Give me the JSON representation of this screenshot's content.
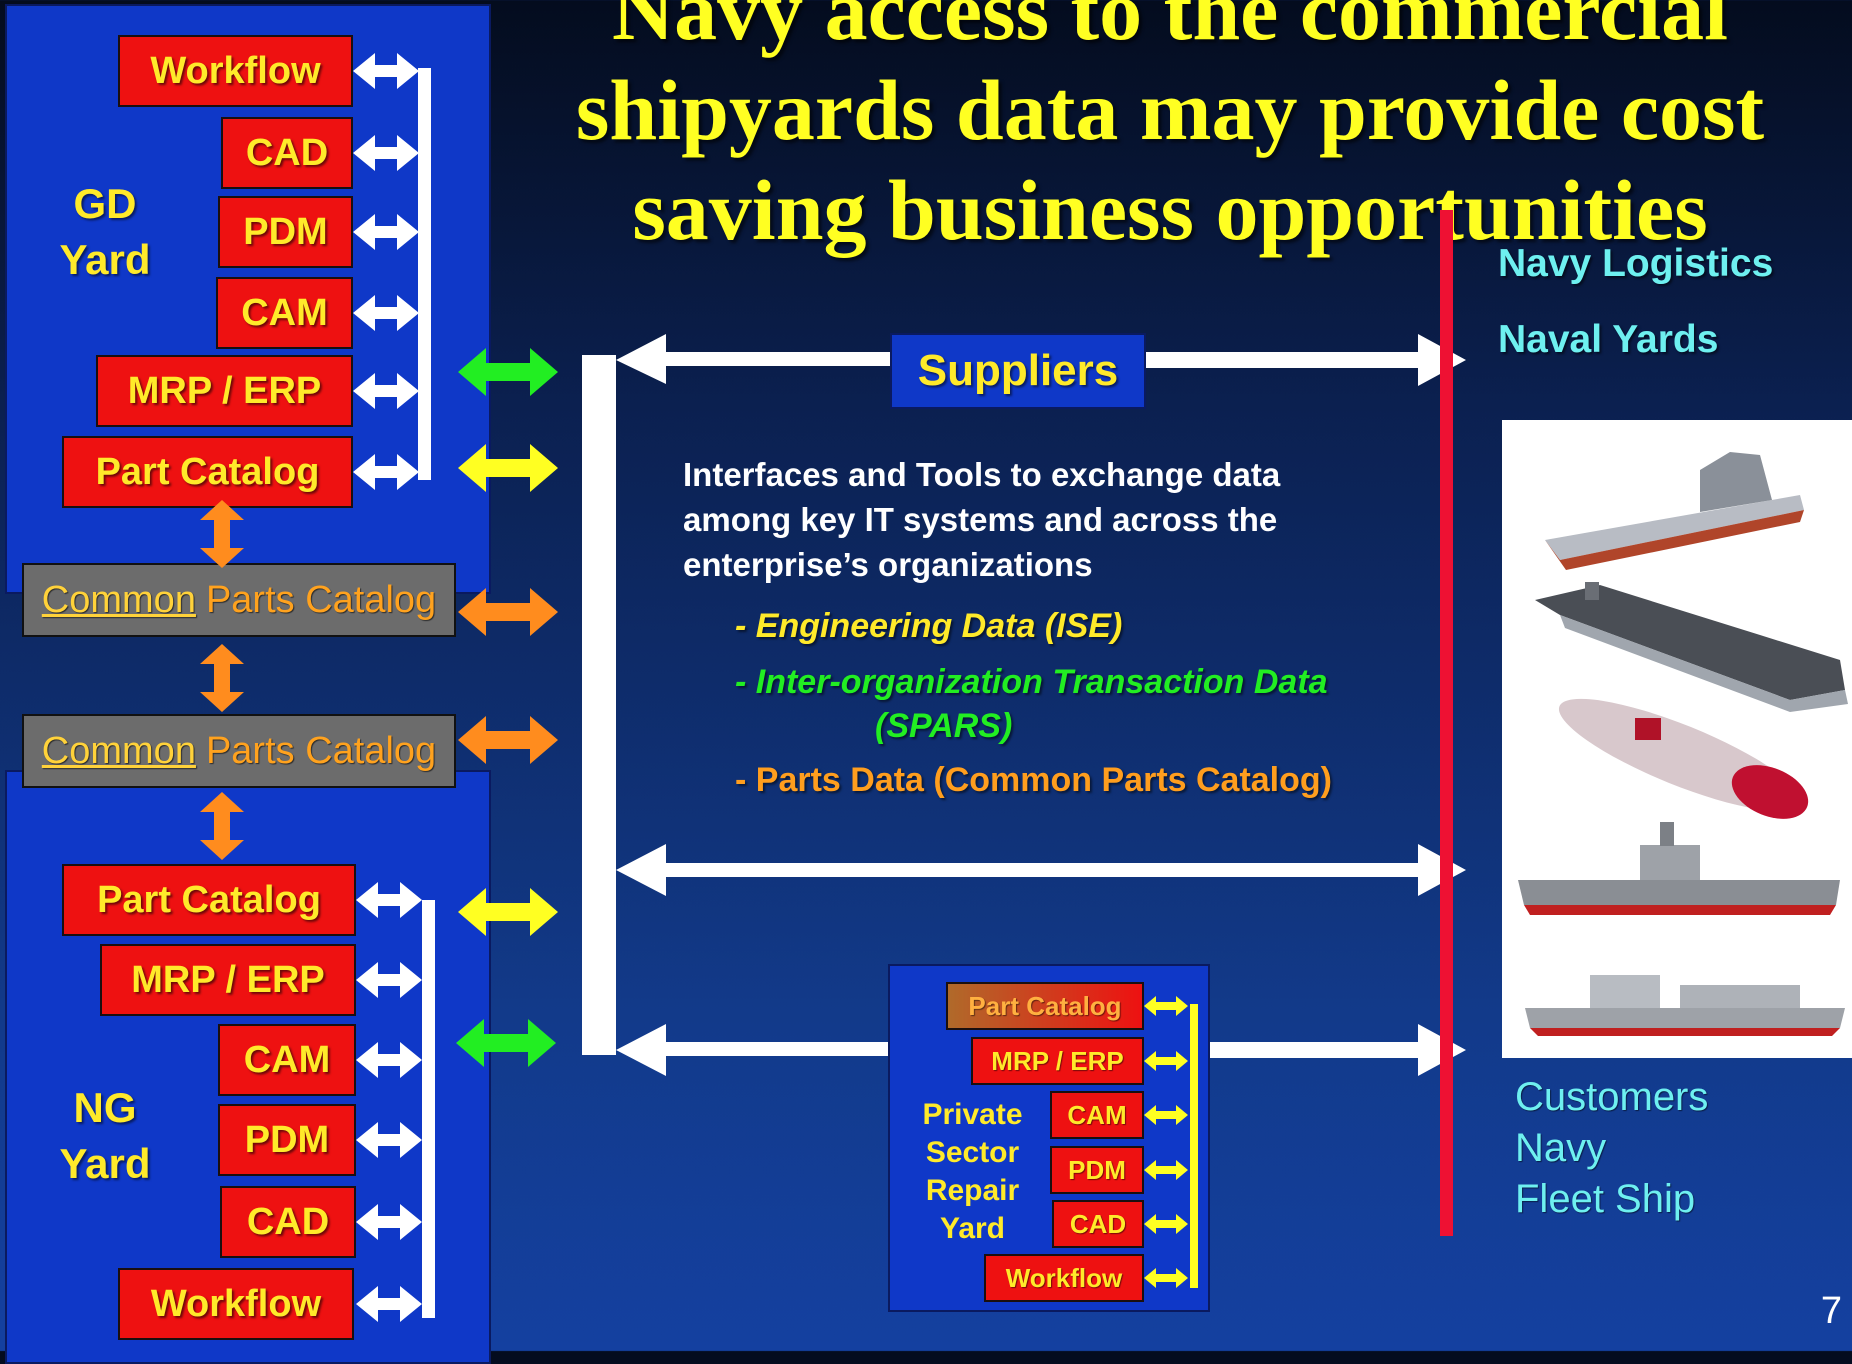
{
  "title": {
    "line1": "Navy access to the commercial",
    "line2": "shipyards data may provide cost",
    "line3": "saving business opportunities"
  },
  "gd_yard": {
    "label_line1": "GD",
    "label_line2": "Yard",
    "systems": [
      "Workflow",
      "CAD",
      "PDM",
      "CAM",
      "MRP / ERP",
      "Part Catalog"
    ]
  },
  "ng_yard": {
    "label_line1": "NG",
    "label_line2": "Yard",
    "systems": [
      "Part Catalog",
      "MRP / ERP",
      "CAM",
      "PDM",
      "CAD",
      "Workflow"
    ]
  },
  "common_parts_catalog": {
    "word1": "Common",
    "word2": "Parts Catalog"
  },
  "suppliers": {
    "label": "Suppliers"
  },
  "description": {
    "line1": "Interfaces and Tools to exchange data",
    "line2": "among key IT systems and across the",
    "line3": "enterprise’s organizations"
  },
  "bullets": {
    "engineering": "- Engineering Data (ISE)",
    "transaction_line1": "- Inter-organization Transaction Data",
    "transaction_line2": "(SPARS)",
    "parts": "- Parts Data (Common Parts Catalog)"
  },
  "right_labels": {
    "navy_logistics": "Navy Logistics",
    "naval_yards": "Naval Yards"
  },
  "customers": {
    "line1": "Customers",
    "line2": "Navy",
    "line3": "Fleet Ship"
  },
  "private_yard": {
    "label_line1": "Private",
    "label_line2": "Sector",
    "label_line3": "Repair",
    "label_line4": "Yard",
    "systems": [
      "Part Catalog",
      "MRP / ERP",
      "CAM",
      "PDM",
      "CAD",
      "Workflow"
    ]
  },
  "page_number": "7",
  "colors": {
    "yard_blue": "#0f38c8",
    "system_red": "#ee1111",
    "text_yellow": "#ffea2a",
    "arrow_green": "#22ee22",
    "arrow_yellow": "#ffff22",
    "arrow_orange": "#ff8c1e",
    "divider_red": "#ee1133",
    "cyan_text": "#6ef0f0",
    "engineering_text": "#ffea2a",
    "transaction_text": "#22ee22",
    "parts_text": "#ff9e1e"
  }
}
